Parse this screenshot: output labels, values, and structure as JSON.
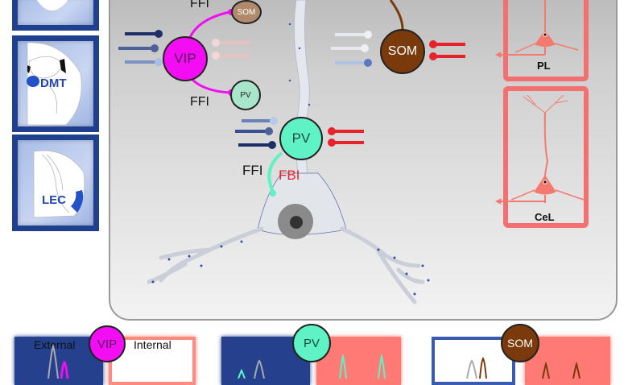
{
  "title": "Interneuron circuit diagram: VIP, PV and SOM input/output connectivity",
  "colors": {
    "vip": "#f20df2",
    "pv": "#5ef2c4",
    "som": "#7a3a0c",
    "som_small": "#b08a6a",
    "pv_small": "#a8e6cc",
    "external": "#1f3f8f",
    "internal": "#ff6f6f",
    "fbi_text": "#e8222a"
  },
  "brain_regions": [
    {
      "label": ""
    },
    {
      "label": "DMT"
    },
    {
      "label": "LEC"
    }
  ],
  "targets": [
    {
      "label": "PL"
    },
    {
      "label": "CeL"
    }
  ],
  "cells": {
    "vip": {
      "label": "VIP"
    },
    "pv": {
      "label": "PV"
    },
    "som": {
      "label": "SOM"
    },
    "som_small": {
      "label": "SOM"
    },
    "pv_small": {
      "label": "PV"
    }
  },
  "annotations": {
    "ffi_top": "FFI",
    "ffi_bottom": "FFI",
    "ffi_pv": "FFI",
    "fbi": "FBI"
  },
  "bottom_panels": [
    {
      "cell": "VIP",
      "external_label": "External",
      "internal_label": "Internal"
    },
    {
      "cell": "PV",
      "external_label": "",
      "internal_label": ""
    },
    {
      "cell": "SOM",
      "external_label": "",
      "internal_label": ""
    }
  ]
}
